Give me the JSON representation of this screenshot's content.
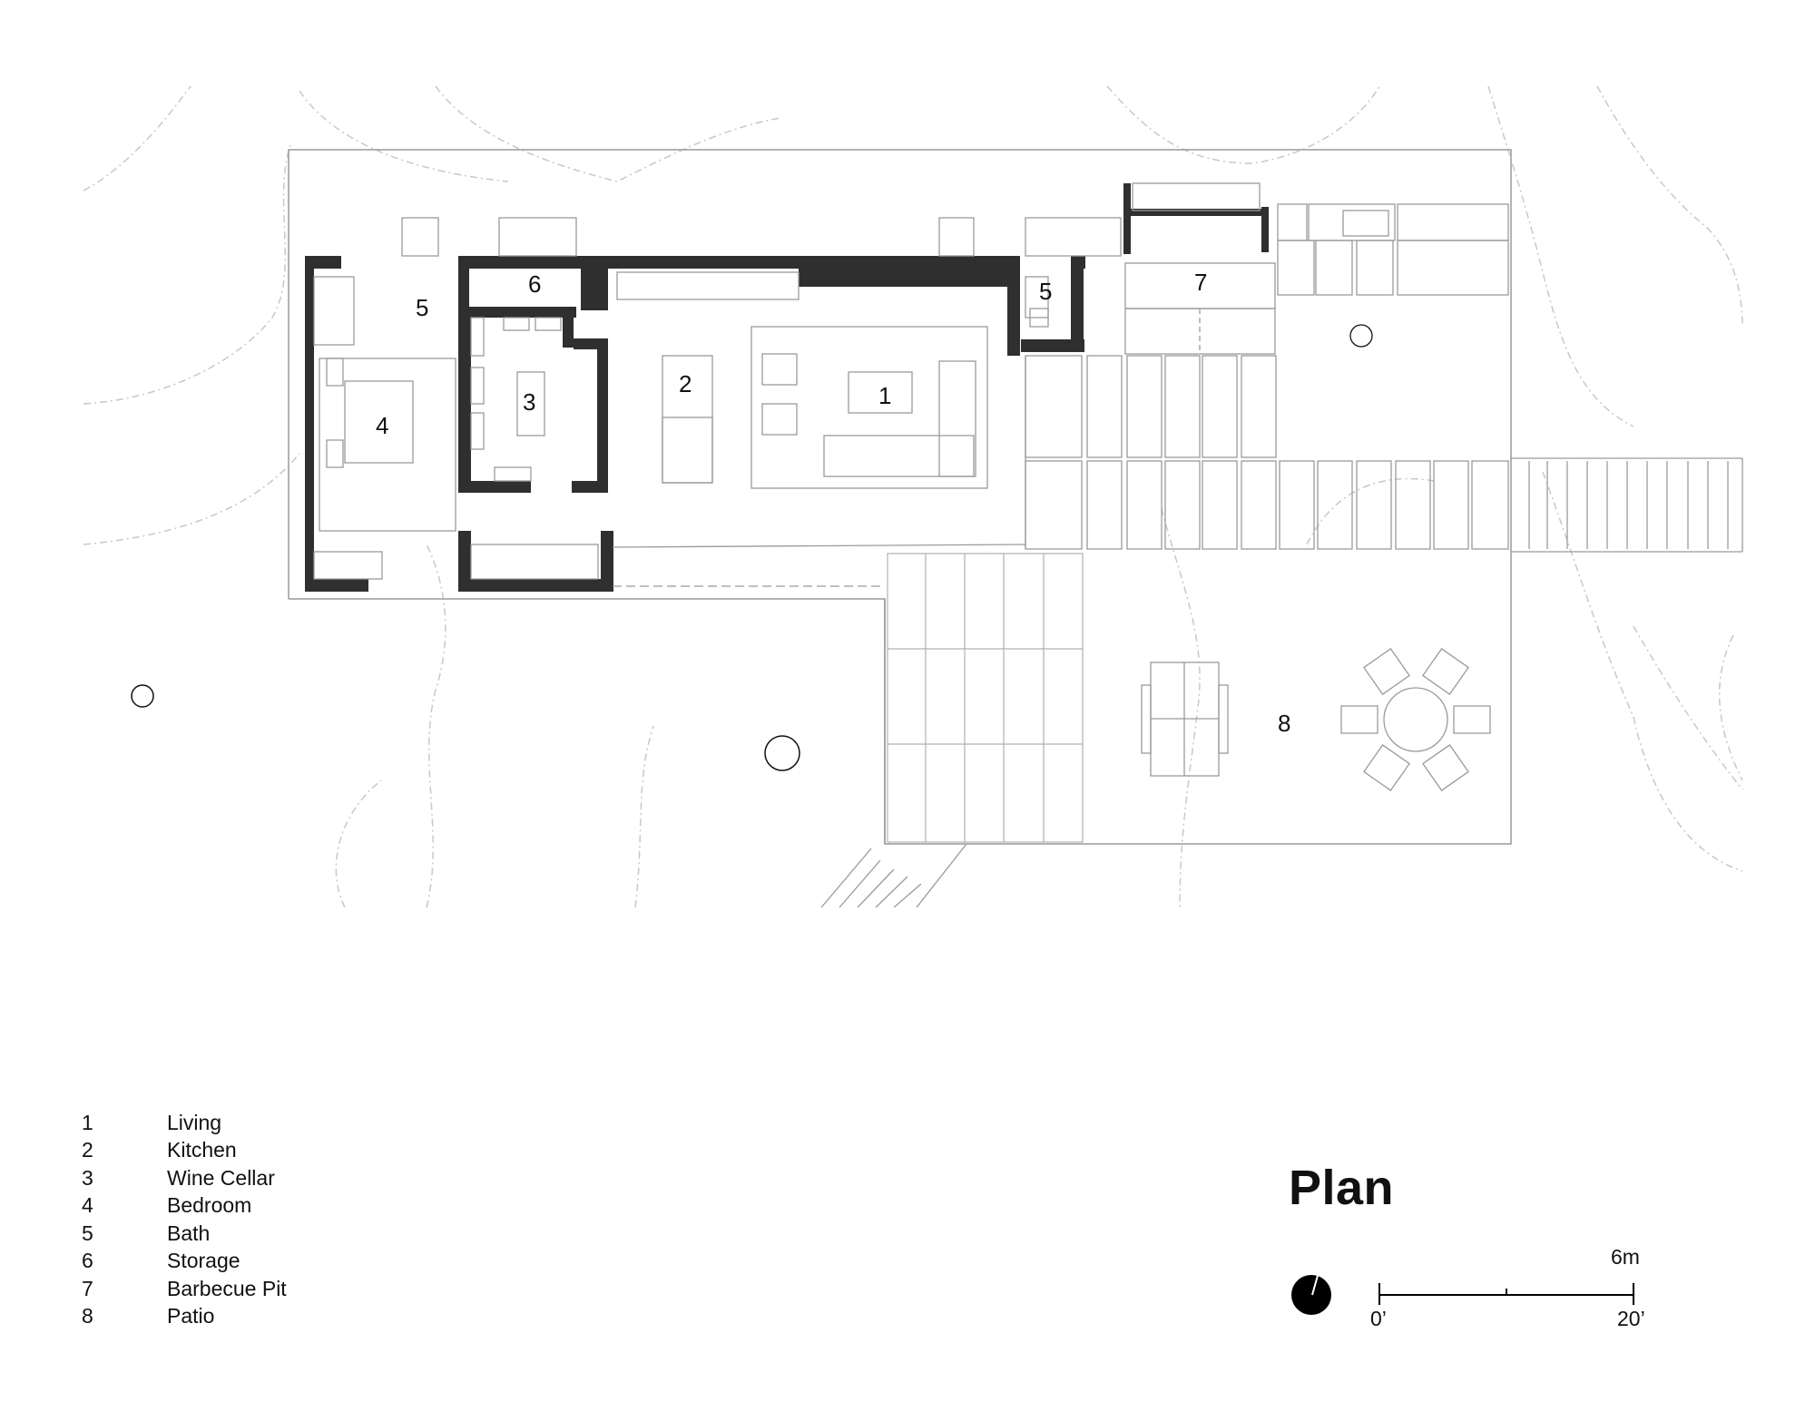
{
  "rooms": [
    {
      "number": "1",
      "name": "Living"
    },
    {
      "number": "2",
      "name": "Kitchen"
    },
    {
      "number": "3",
      "name": "Wine Cellar"
    },
    {
      "number": "4",
      "name": "Bedroom"
    },
    {
      "number": "5",
      "name": "Bath"
    },
    {
      "number": "6",
      "name": "Storage"
    },
    {
      "number": "7",
      "name": "Barbecue Pit"
    },
    {
      "number": "8",
      "name": "Patio"
    }
  ],
  "plan_labels": {
    "living": "1",
    "kitchen": "2",
    "wine_cellar": "3",
    "bedroom": "4",
    "bath_west": "5",
    "bath_east": "5",
    "storage": "6",
    "barbecue_pit": "7",
    "patio": "8"
  },
  "title": "Plan",
  "scale_bar": {
    "metric_label": "6m",
    "start_label": "0’",
    "end_label": "20’"
  },
  "north_arrow_icon": "north-arrow-icon",
  "colors": {
    "wall": "#2f2f2f",
    "line": "#9a9a9a",
    "terrain": "#c8c8c8"
  }
}
